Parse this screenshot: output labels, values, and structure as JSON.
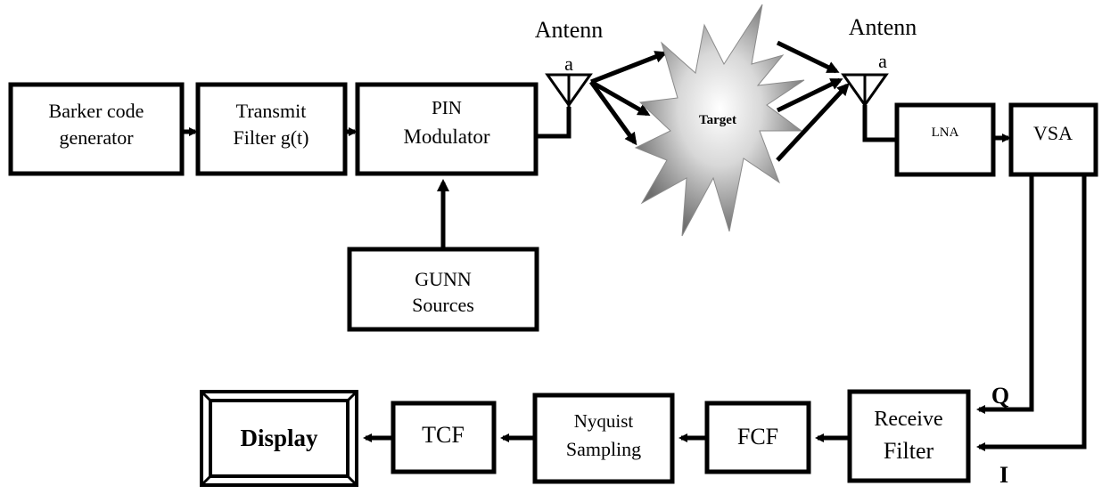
{
  "blocks": {
    "barker": [
      "Barker code",
      "generator"
    ],
    "transmit": [
      "Transmit",
      "Filter g(t)"
    ],
    "pin": [
      "PIN",
      "Modulator"
    ],
    "gunn": [
      "GUNN",
      "Sources"
    ],
    "lna": "LNA",
    "vsa": "VSA",
    "receive": [
      "Receive",
      "Filter"
    ],
    "fcf": "FCF",
    "nyquist": [
      "Nyquist",
      "Sampling"
    ],
    "tcf": "TCF",
    "display": "Display"
  },
  "antenna_tx": [
    "Antenn",
    "a"
  ],
  "antenna_rx": [
    "Antenn",
    "a"
  ],
  "target": "Target",
  "signal_q": "Q",
  "signal_i": "I"
}
